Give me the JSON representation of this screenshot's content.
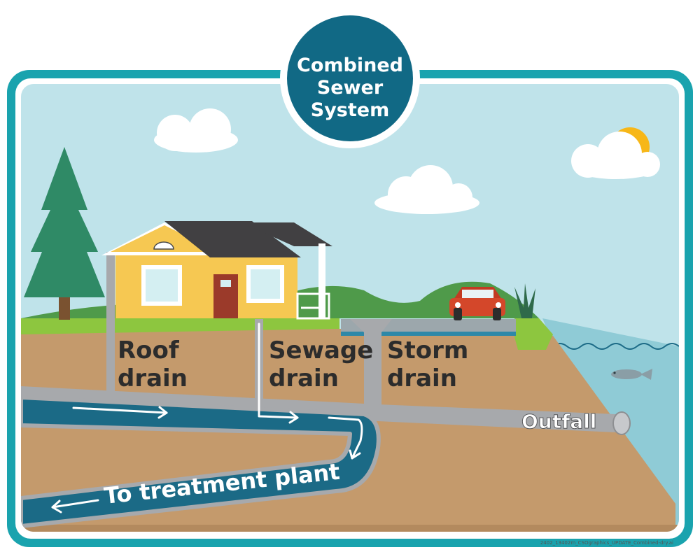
{
  "title": [
    "Combined",
    "Sewer",
    "System"
  ],
  "labels": {
    "roof_drain": [
      "Roof",
      "drain"
    ],
    "sewage_drain": [
      "Sewage",
      "drain"
    ],
    "storm_drain": [
      "Storm",
      "drain"
    ],
    "outfall": "Outfall",
    "treatment_plant": "To treatment plant"
  },
  "file_name": "2402_13402m_CSOgraphics_UPDATE_Combined-dry.ai",
  "colors": {
    "frame": "#1aa3ae",
    "sky": "#bfe3ea",
    "soil": "#c49a6c",
    "grass": "#8dc63f",
    "pipe": "#a7a9ac",
    "flow": "#1b6a86",
    "water": "#8fcbd6",
    "badge": "#116985"
  }
}
